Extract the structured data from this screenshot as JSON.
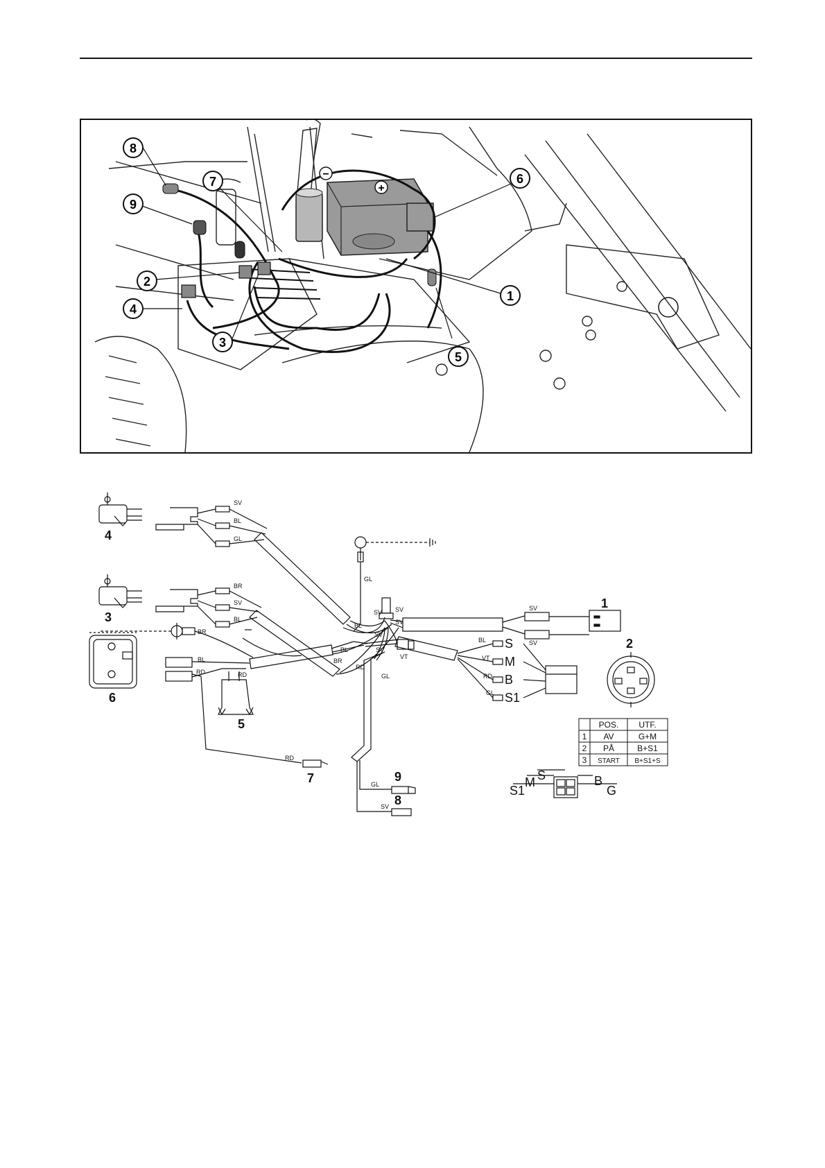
{
  "photo": {
    "callouts": [
      {
        "id": "1",
        "label": "1"
      },
      {
        "id": "2",
        "label": "2"
      },
      {
        "id": "3",
        "label": "3"
      },
      {
        "id": "4",
        "label": "4"
      },
      {
        "id": "5",
        "label": "5"
      },
      {
        "id": "6",
        "label": "6"
      },
      {
        "id": "7",
        "label": "7"
      },
      {
        "id": "8",
        "label": "8"
      },
      {
        "id": "9",
        "label": "9"
      }
    ],
    "battery_minus": "−",
    "battery_plus": "+"
  },
  "diagram": {
    "component_labels": {
      "c1": "1",
      "c2": "2",
      "c3": "3",
      "c4": "4",
      "c5": "5",
      "c6": "6",
      "c7": "7",
      "c8": "8",
      "c9": "9"
    },
    "wire_colors": {
      "sv": "SV",
      "bl": "BL",
      "gl": "GL",
      "br": "BR",
      "rd": "RD",
      "vt": "VT"
    },
    "terminals": {
      "s": "S",
      "m": "M",
      "b": "B",
      "s1": "S1",
      "g": "G"
    }
  },
  "ignition_table": {
    "headers": [
      "",
      "POS.",
      "UTF."
    ],
    "rows": [
      [
        "1",
        "AV",
        "G+M"
      ],
      [
        "2",
        "PÅ",
        "B+S1"
      ],
      [
        "3",
        "START",
        "B+S1+S"
      ]
    ]
  }
}
